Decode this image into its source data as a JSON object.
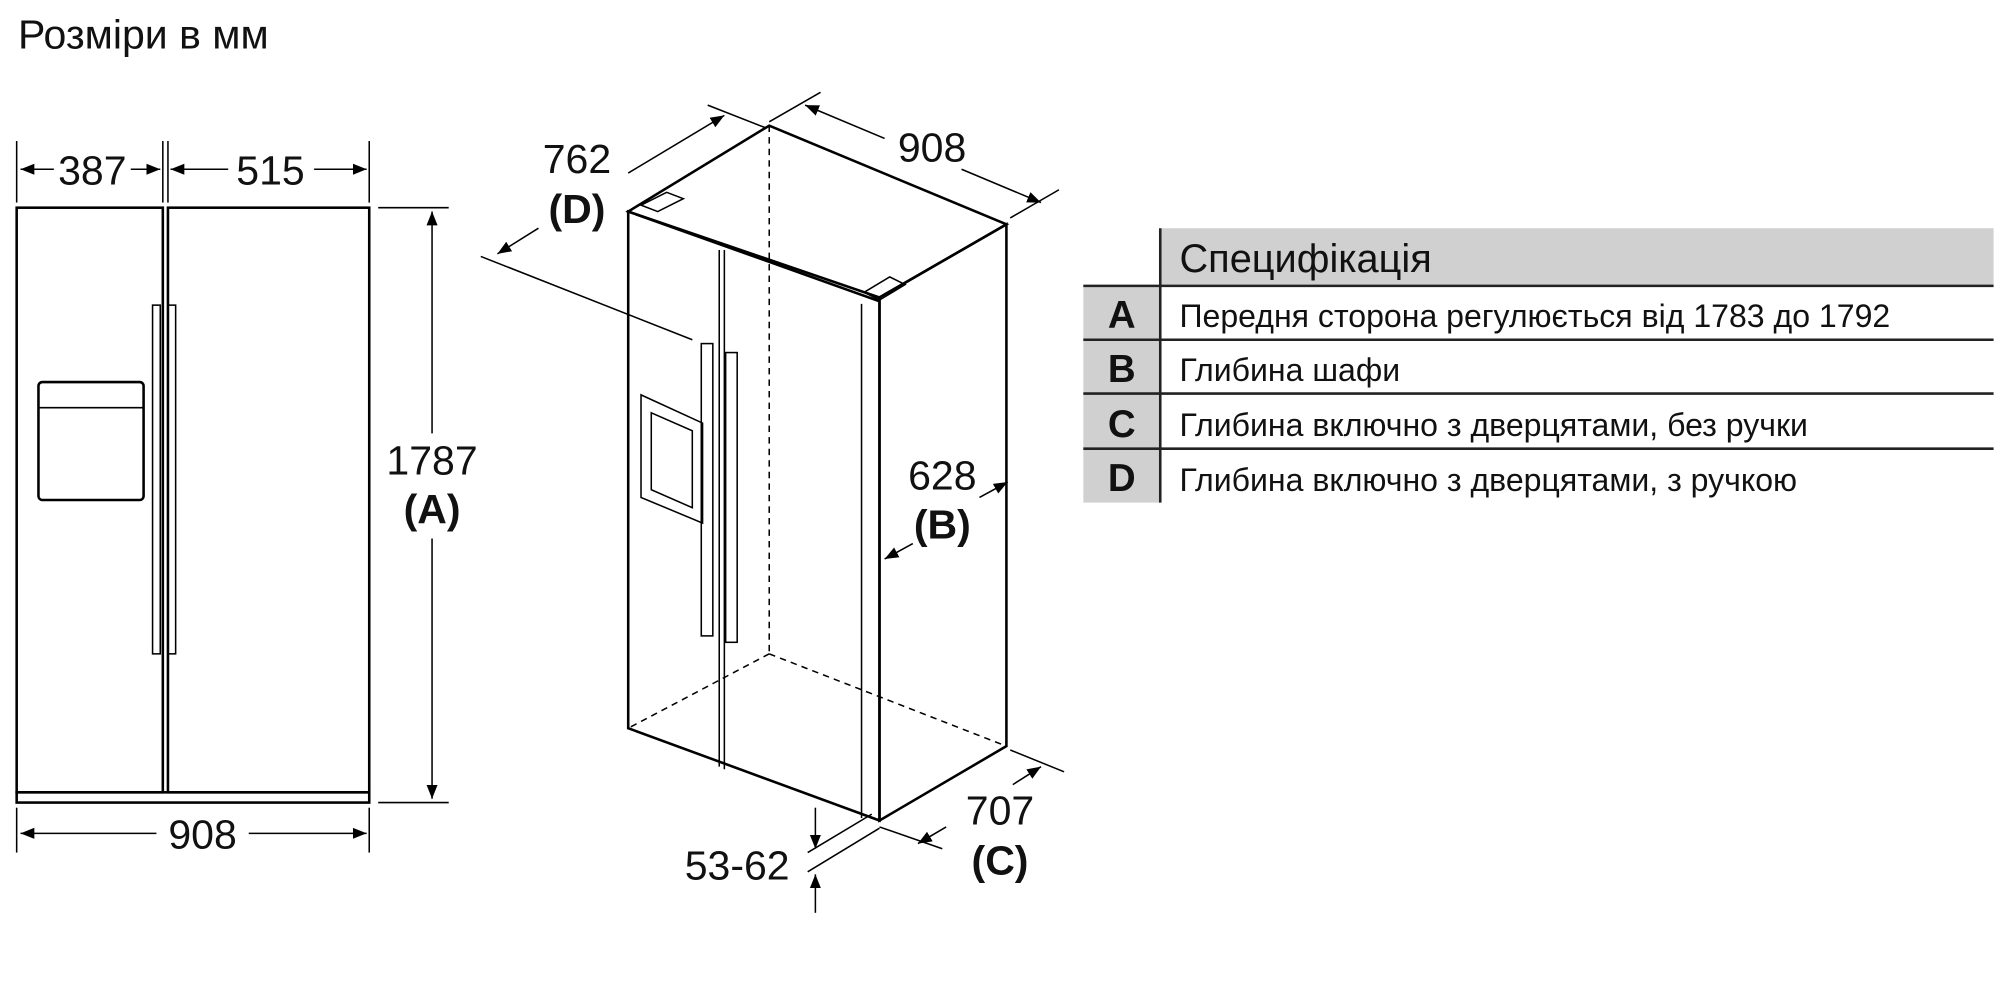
{
  "title": "Розміри в мм",
  "front_view": {
    "width_left": "387",
    "width_right": "515",
    "width_total": "908",
    "height": "1787",
    "height_label": "(A)"
  },
  "iso_view": {
    "depth_handle": "762",
    "depth_handle_label": "(D)",
    "width": "908",
    "depth_cabinet": "628",
    "depth_cabinet_label": "(B)",
    "depth_doors": "707",
    "depth_doors_label": "(C)",
    "feet": "53-62"
  },
  "spec_table": {
    "header": "Специфікація",
    "rows": [
      {
        "key": "A",
        "text": "Передня сторона регулюється від 1783 до 1792"
      },
      {
        "key": "B",
        "text": "Глибина шафи"
      },
      {
        "key": "C",
        "text": "Глибина включно з дверцятами, без ручки"
      },
      {
        "key": "D",
        "text": "Глибина включно з дверцятами, з ручкою"
      }
    ],
    "colors": {
      "header_bg": "#d0d0d0",
      "key_bg": "#d0d0d0"
    }
  }
}
